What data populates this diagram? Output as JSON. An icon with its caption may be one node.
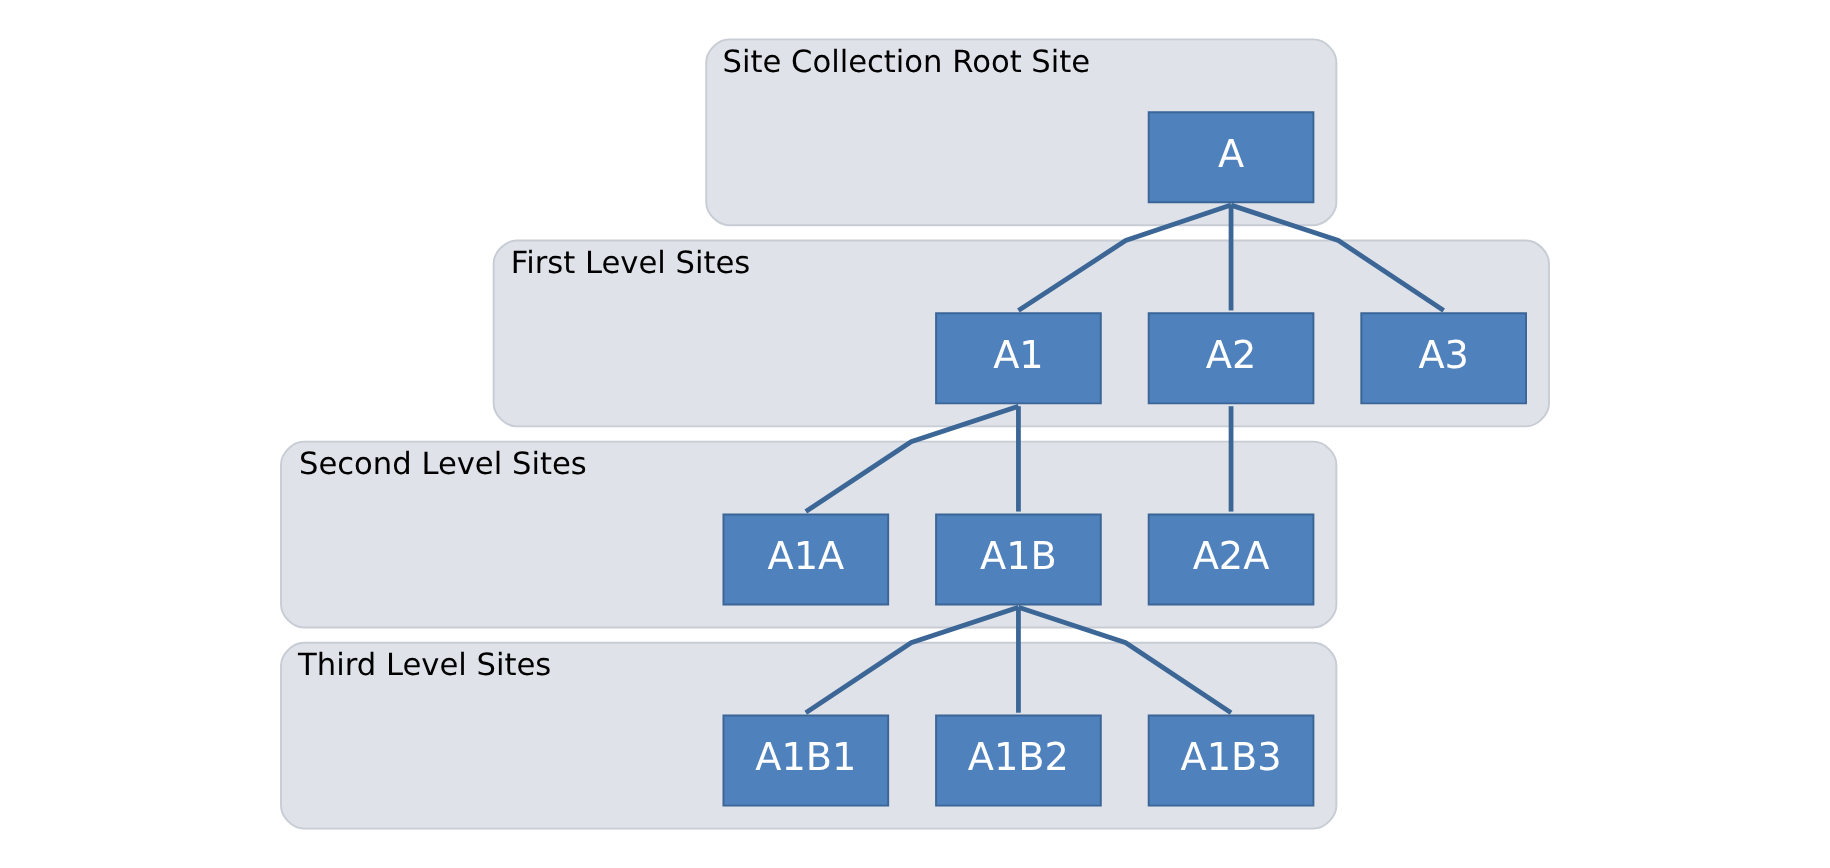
{
  "diagram": {
    "nodes": [
      {
        "text": [
          "Site Collection Root Site"
        ]
      },
      {
        "text": [
          "A"
        ],
        "in": 0
      },
      {
        "text": [
          "First Level Sites"
        ]
      },
      {
        "text": [
          "A1"
        ],
        "in": 2
      },
      {
        "text": [
          "A2"
        ],
        "in": 2
      },
      {
        "text": [
          "A3"
        ],
        "in": 2
      },
      {
        "text": [
          "Second Level Sites"
        ]
      },
      {
        "text": [
          "A1A"
        ],
        "in": 6
      },
      {
        "text": [
          "A1B"
        ],
        "in": 6
      },
      {
        "text": [
          "A2A"
        ],
        "in": 6
      },
      {
        "text": [
          "Third Level Sites"
        ]
      },
      {
        "text": [
          "A1B1"
        ],
        "in": 10
      },
      {
        "text": [
          "A1B2"
        ],
        "in": 10
      },
      {
        "text": [
          "A1B3"
        ],
        "in": 10
      }
    ],
    "edges": [
      {
        "from": 1,
        "to": 3,
        "arrow": "none"
      },
      {
        "from": 1,
        "to": 4,
        "arrow": "none"
      },
      {
        "from": 1,
        "to": 5,
        "arrow": "none"
      },
      {
        "from": 3,
        "to": 7,
        "arrow": "none"
      },
      {
        "from": 3,
        "to": 8,
        "arrow": "none"
      },
      {
        "from": 4,
        "to": 9,
        "arrow": "none"
      },
      {
        "from": 8,
        "to": 11,
        "arrow": "none"
      },
      {
        "from": 8,
        "to": 12,
        "arrow": "none"
      },
      {
        "from": 8,
        "to": 13,
        "arrow": "none"
      }
    ]
  }
}
